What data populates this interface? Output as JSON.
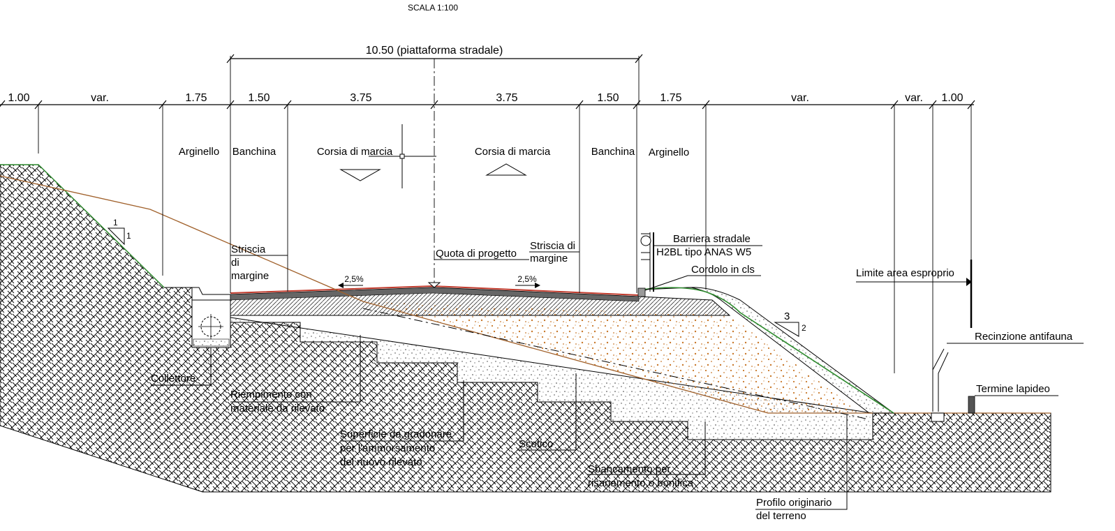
{
  "scale": "SCALA 1:100",
  "platform_dimension": "10.50 (piattaforma stradale)",
  "dimensions": [
    "1.00",
    "var.",
    "1.75",
    "1.50",
    "3.75",
    "3.75",
    "1.50",
    "1.75",
    "var.",
    "var.",
    "1.00"
  ],
  "zones": {
    "arginello_left": "Arginello",
    "banchina_left": "Banchina",
    "corsia_left": "Corsia di marcia",
    "corsia_right": "Corsia di marcia",
    "banchina_right": "Banchina",
    "arginello_right": "Arginello"
  },
  "slopes": {
    "left_rise": "1",
    "left_run": "1",
    "right_rise": "3",
    "right_run": "2",
    "crossfall_left": "2,5%",
    "crossfall_right": "2,5%"
  },
  "annotations": {
    "striscia_left_1": "Striscia",
    "striscia_left_2": "di",
    "striscia_left_3": "margine",
    "quota": "Quota di progetto",
    "striscia_right_1": "Striscia di",
    "striscia_right_2": "margine",
    "barriera_1": "Barriera stradale",
    "barriera_2": "H2BL tipo ANAS W5",
    "cordolo": "Cordolo in cls",
    "limite": "Limite area esproprio",
    "recinzione": "Recinzione antifauna",
    "termine": "Termine lapideo",
    "collettore": "Collettore",
    "riempimento_1": "Riempimento con",
    "riempimento_2": "materiale da rilevato",
    "gradonare_1": "Superficie da gradonare",
    "gradonare_2": "per l'ammorsamento",
    "gradonare_3": "del nuovo rilevato",
    "scotico": "Scotico",
    "sbancamento_1": "Sbancamento per",
    "sbancamento_2": "risanamento o bonifica",
    "profilo_1": "Profilo originario",
    "profilo_2": "del terreno"
  },
  "colors": {
    "ground_hatch": "#000000",
    "embankment_fill": "#c8782a",
    "vegetation_line": "#2e8b2e",
    "original_profile": "#a0602a",
    "wearing_course": "#c0392b"
  }
}
